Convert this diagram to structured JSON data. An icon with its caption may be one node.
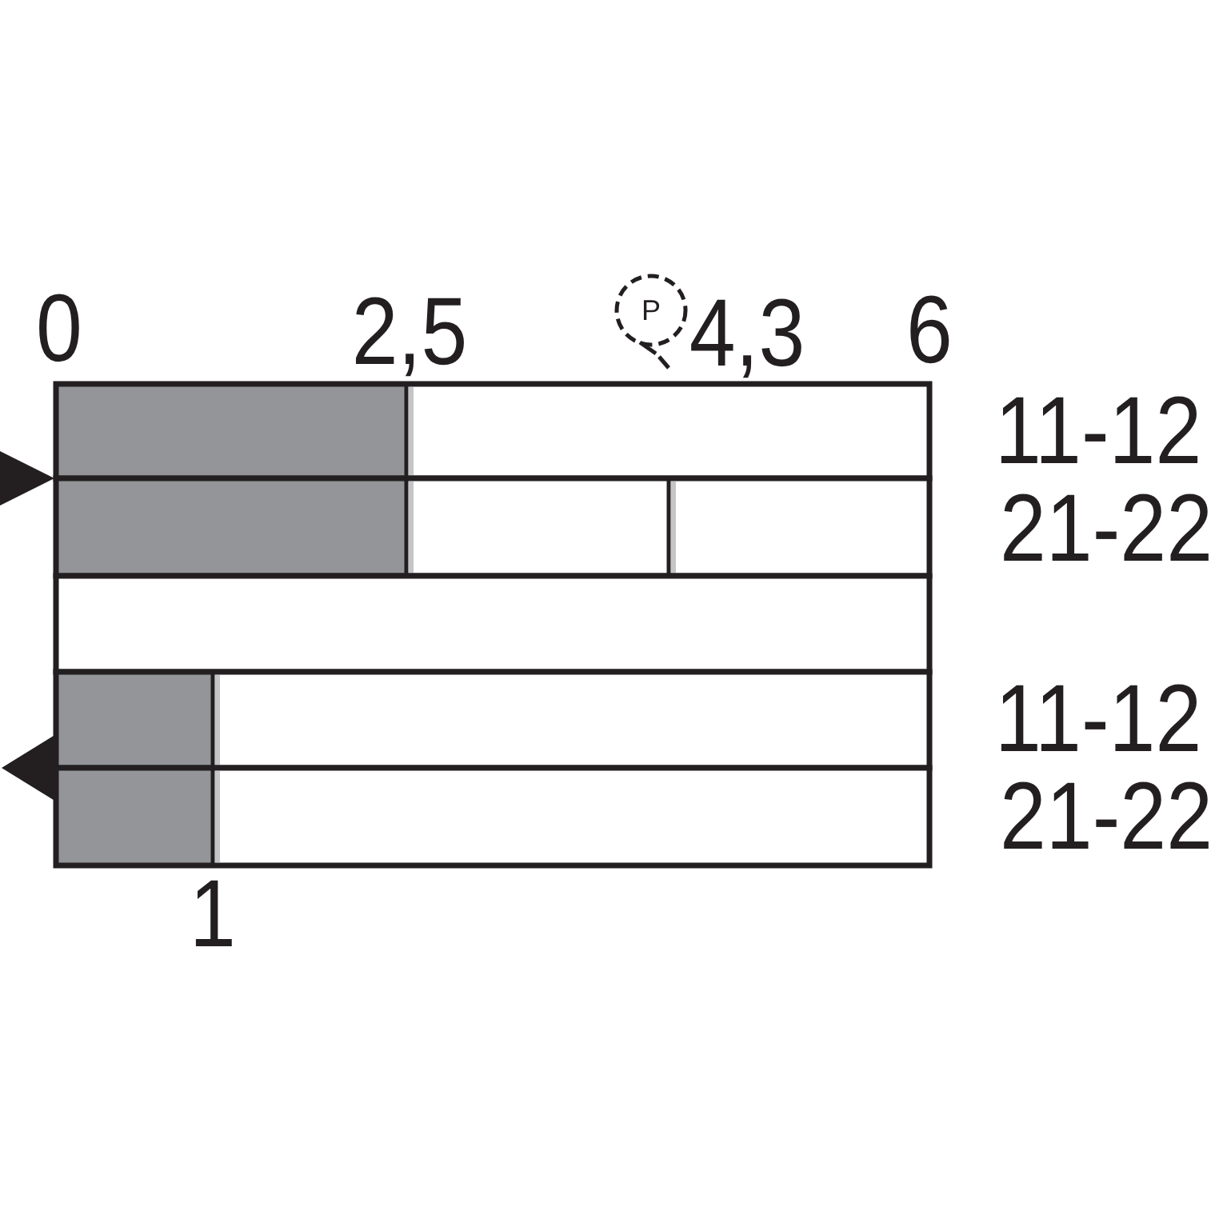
{
  "diagram": {
    "labels": [
      "0",
      "2,5",
      "P",
      "4,3",
      "6",
      "11-12",
      "21-22",
      "11-12",
      "21-22",
      "1"
    ]
  }
}
